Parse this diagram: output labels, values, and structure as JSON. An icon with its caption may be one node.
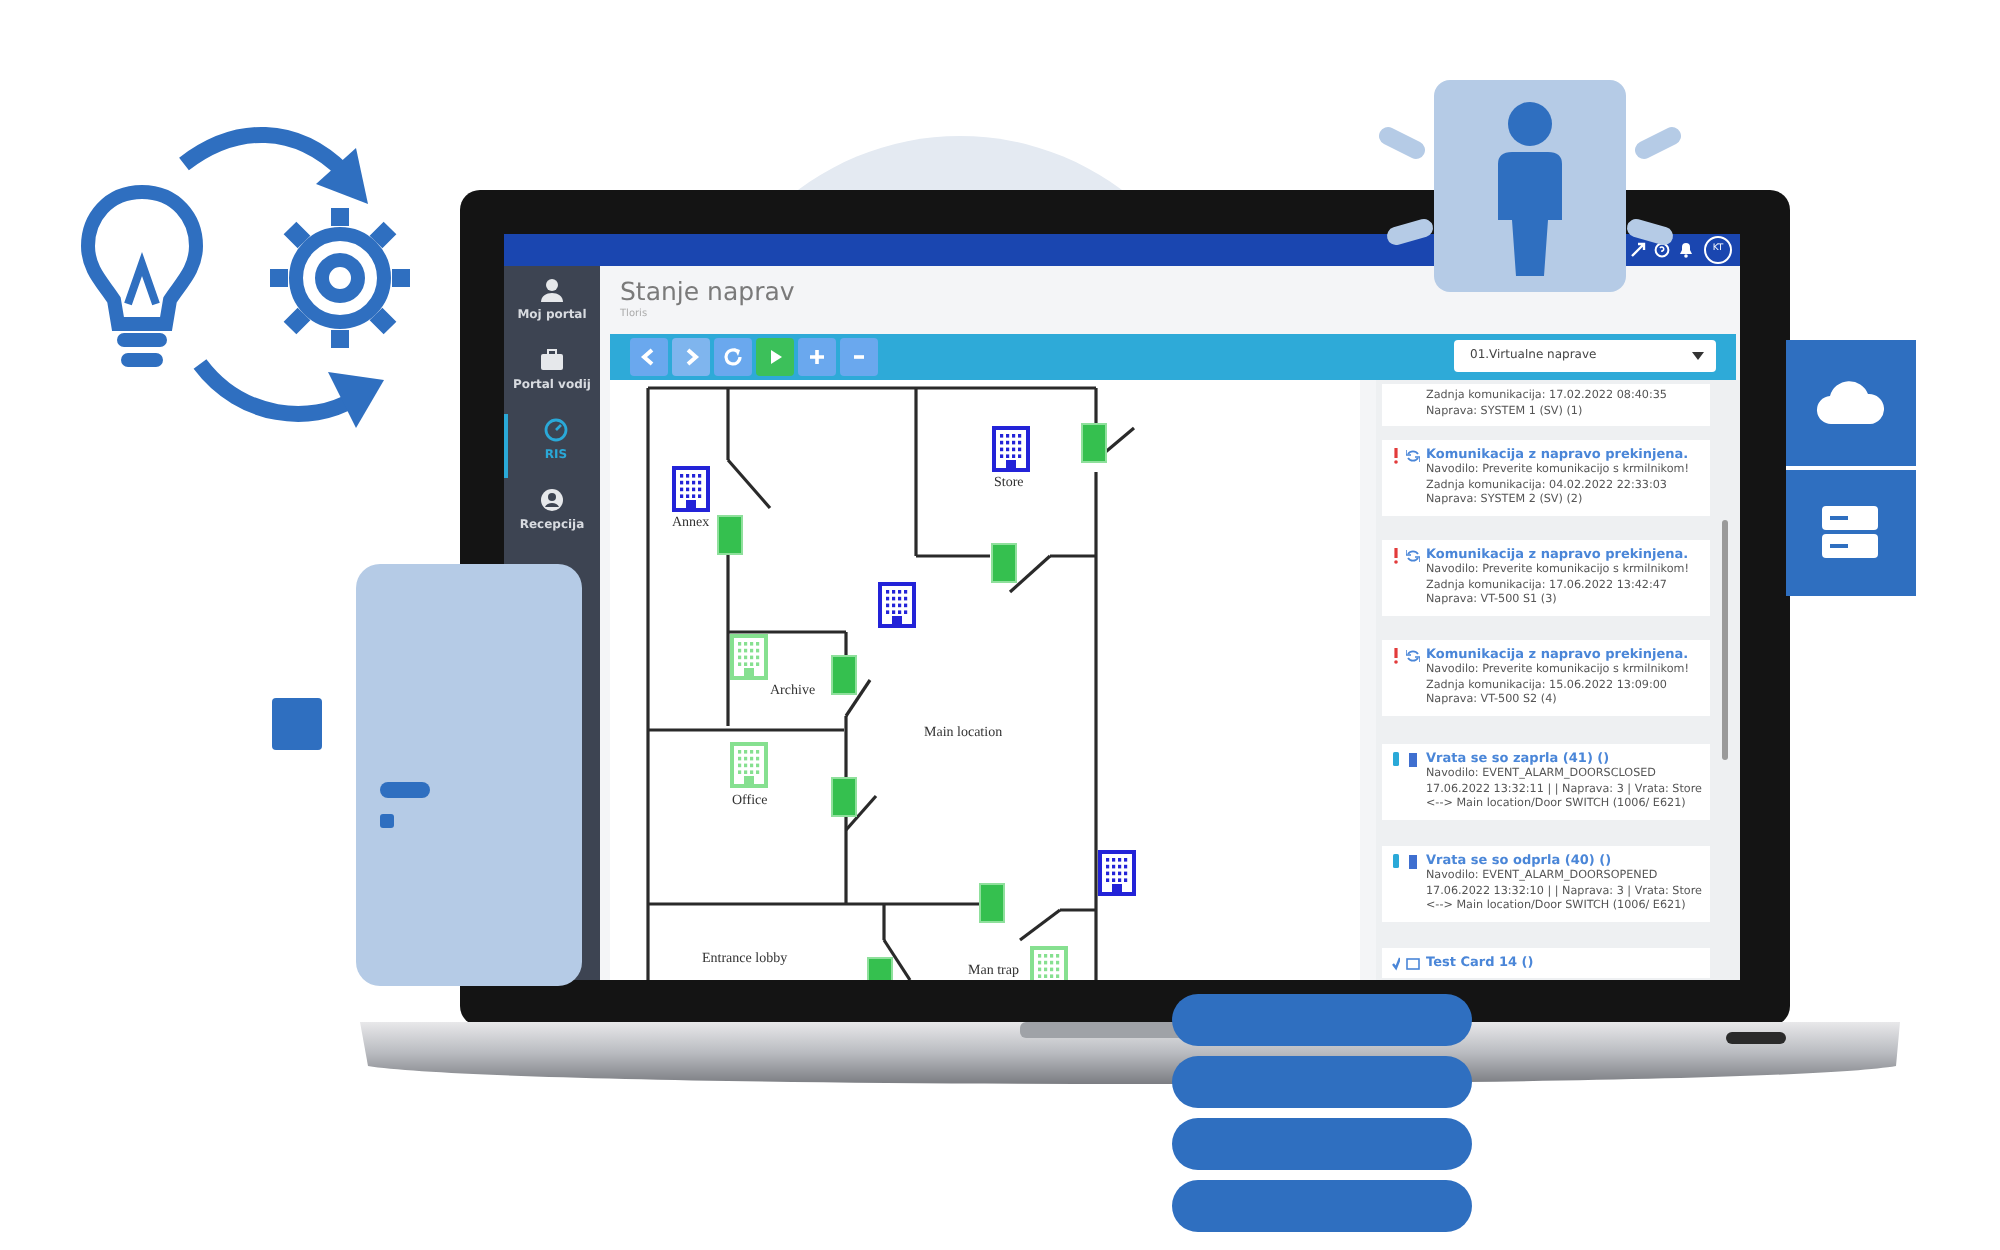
{
  "diagram": {
    "labels": [
      "KT",
      "Moj portal",
      "Portal vodij",
      "RIS",
      "Recepcija",
      "Stanje naprav",
      "Tloris",
      "01.Virtualne naprave",
      "Annex",
      "Store",
      "Archive",
      "Main location",
      "Office",
      "Entrance lobby",
      "Man trap",
      "Zadnja komunikacija: 17.02.2022 08:40:35 Naprava: SYSTEM 1 (SV) (1)",
      "Komunikacija z napravo prekinjena.",
      "Navodilo: Preverite komunikacijo s krmilnikom!",
      "Zadnja komunikacija: 04.02.2022 22:33:03 Naprava: SYSTEM 2 (SV) (2)",
      "Komunikacija z napravo prekinjena.",
      "Navodilo: Preverite komunikacijo s krmilnikom!",
      "Zadnja komunikacija: 17.06.2022 13:42:47 Naprava: VT-500 S1 (3)",
      "Komunikacija z napravo prekinjena.",
      "Navodilo: Preverite komunikacijo s krmilnikom!",
      "Zadnja komunikacija: 15.06.2022 13:09:00 Naprava: VT-500 S2 (4)",
      "Vrata se so zaprla (41) ()",
      "Navodilo: EVENT_ALARM_DOORSCLOSED",
      "17.06.2022 13:32:11 | | Naprava: 3 | Vrata: Store <--> Main location/Door SWITCH (1006/ E621)",
      "Vrata se so odprla (40) ()",
      "Navodilo: EVENT_ALARM_DOORSOPENED",
      "17.06.2022 13:32:10 | | Naprava: 3 | Vrata: Store <--> Main location/Door SWITCH (1006/ E621)",
      "Test Card 14 ()"
    ]
  }
}
